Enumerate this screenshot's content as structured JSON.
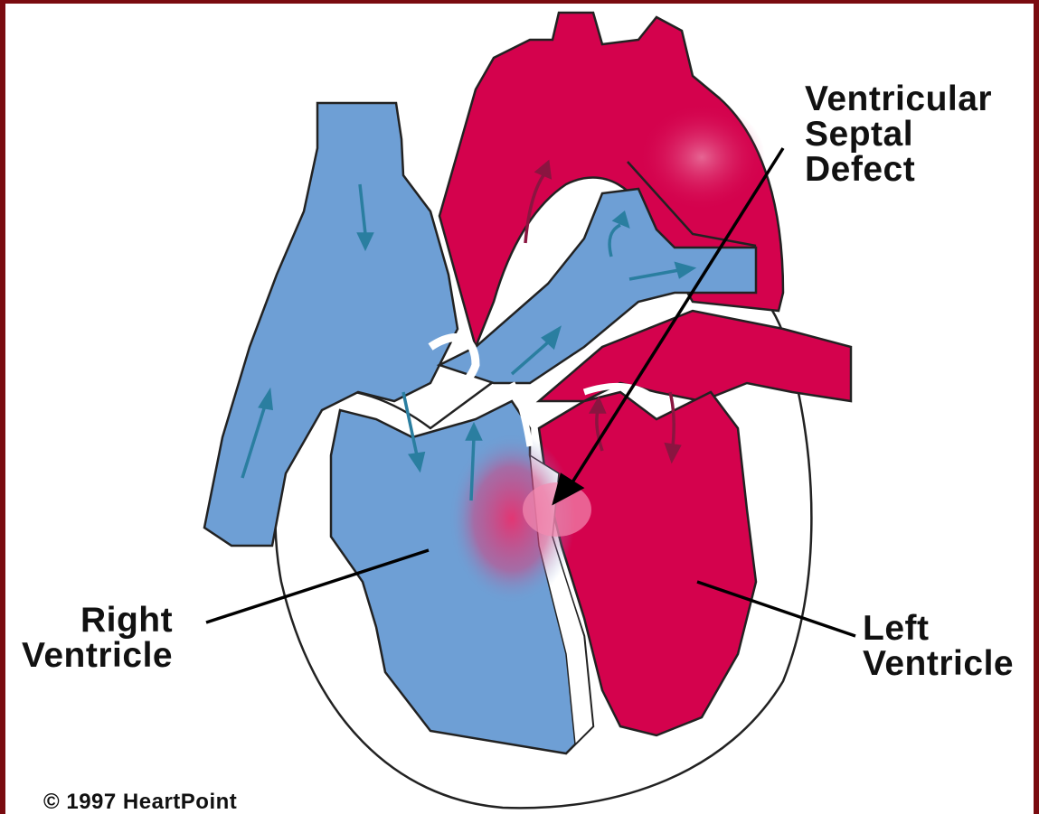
{
  "labels": {
    "vsd": "Ventricular\nSeptal\nDefect",
    "right_ventricle": "Right\nVentricle",
    "left_ventricle": "Left\nVentricle",
    "copyright": "© 1997 HeartPoint"
  },
  "colors": {
    "oxygenated": "#d4024d",
    "deoxygenated": "#6e9fd5",
    "arrow_blue": "#2a7ea0",
    "arrow_red": "#8a1540",
    "frame": "#7a0b10",
    "leader": "#000000"
  }
}
